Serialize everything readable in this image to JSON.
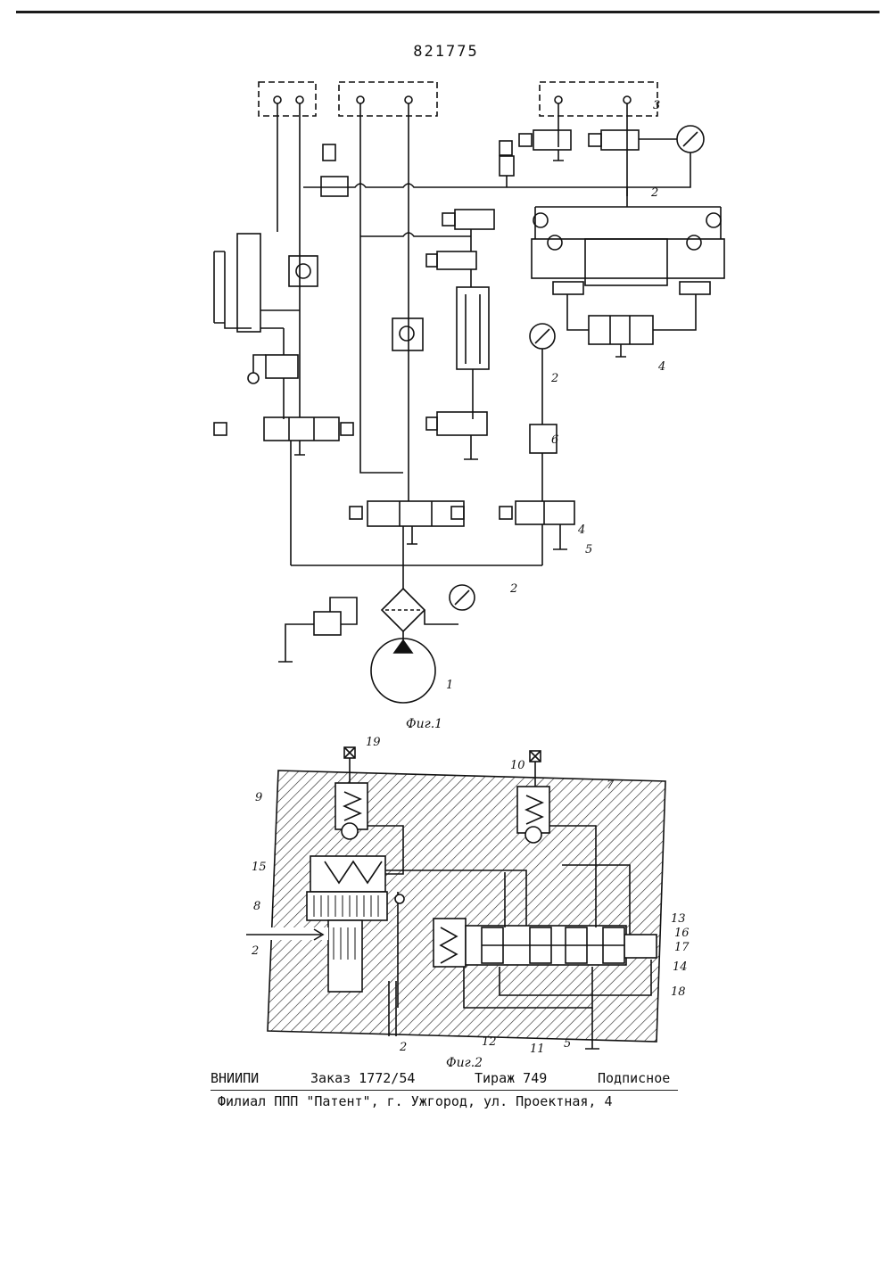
{
  "header": {
    "patent_number": "821775"
  },
  "fig1": {
    "caption": "Фиг.1",
    "labels": {
      "pump": "1",
      "line_a": "2",
      "line_b": "2",
      "line_c": "2",
      "unit": "3",
      "valve4_top": "4",
      "valve4_bot": "4",
      "valve5": "5",
      "block6": "6"
    }
  },
  "fig2": {
    "caption": "Фиг.2",
    "labels": {
      "l19": "19",
      "l9": "9",
      "l15": "15",
      "l8": "8",
      "l2_in": "2",
      "l2_out": "2",
      "l10": "10",
      "l7": "7",
      "l13": "13",
      "l16": "16",
      "l17": "17",
      "l14": "14",
      "l18": "18",
      "l12": "12",
      "l11": "11",
      "l5": "5"
    }
  },
  "footer": {
    "org": "ВНИИПИ",
    "order": "Заказ 1772/54",
    "circulation": "Тираж 749",
    "subscription": "Подписное",
    "branch": "Филиал ППП \"Патент\", г. Ужгород, ул. Проектная, 4"
  },
  "colors": {
    "ink": "#111111",
    "paper": "#ffffff"
  }
}
